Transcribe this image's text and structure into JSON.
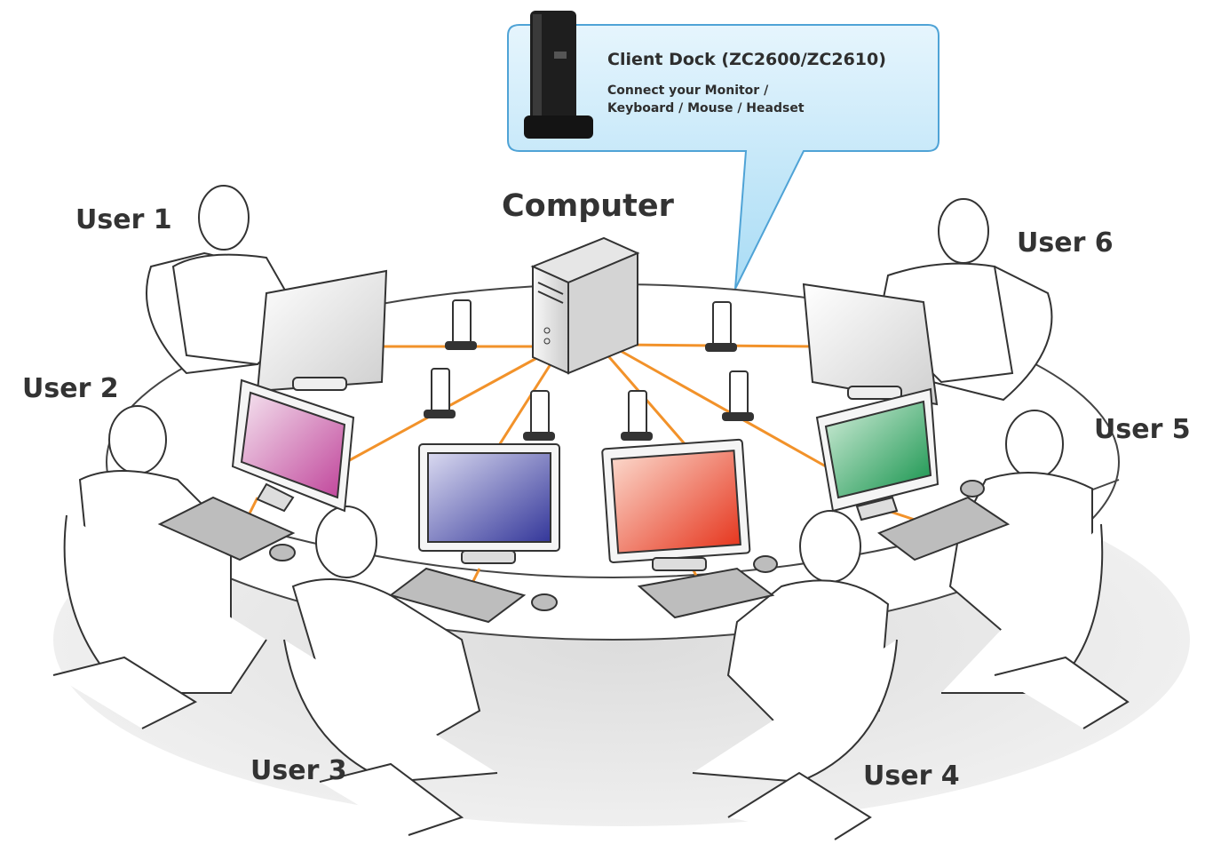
{
  "diagram": {
    "computer_label": "Computer",
    "callout": {
      "title": "Client Dock (ZC2600/ZC2610)",
      "line1": "Connect your Monitor /",
      "line2": "Keyboard / Mouse / Headset"
    },
    "users": [
      "User 1",
      "User 2",
      "User 3",
      "User 4",
      "User 5",
      "User 6"
    ],
    "colors": {
      "cable": "#f2922a",
      "callout_fill": "#c6e8f8",
      "callout_border": "#4fa3d6",
      "label_text": "#333333",
      "screen_user2": "#c85aa8",
      "screen_user3": "#3c3fa0",
      "screen_user4": "#e8402a",
      "screen_user5": "#1e9a4c",
      "screen_user1": "#e8e8e8",
      "screen_user6": "#e8e8e8"
    },
    "icons": [
      "tower-computer-icon",
      "client-dock-icon",
      "monitor-icon",
      "keyboard-icon",
      "mouse-icon",
      "person-icon",
      "office-chair-icon"
    ]
  }
}
